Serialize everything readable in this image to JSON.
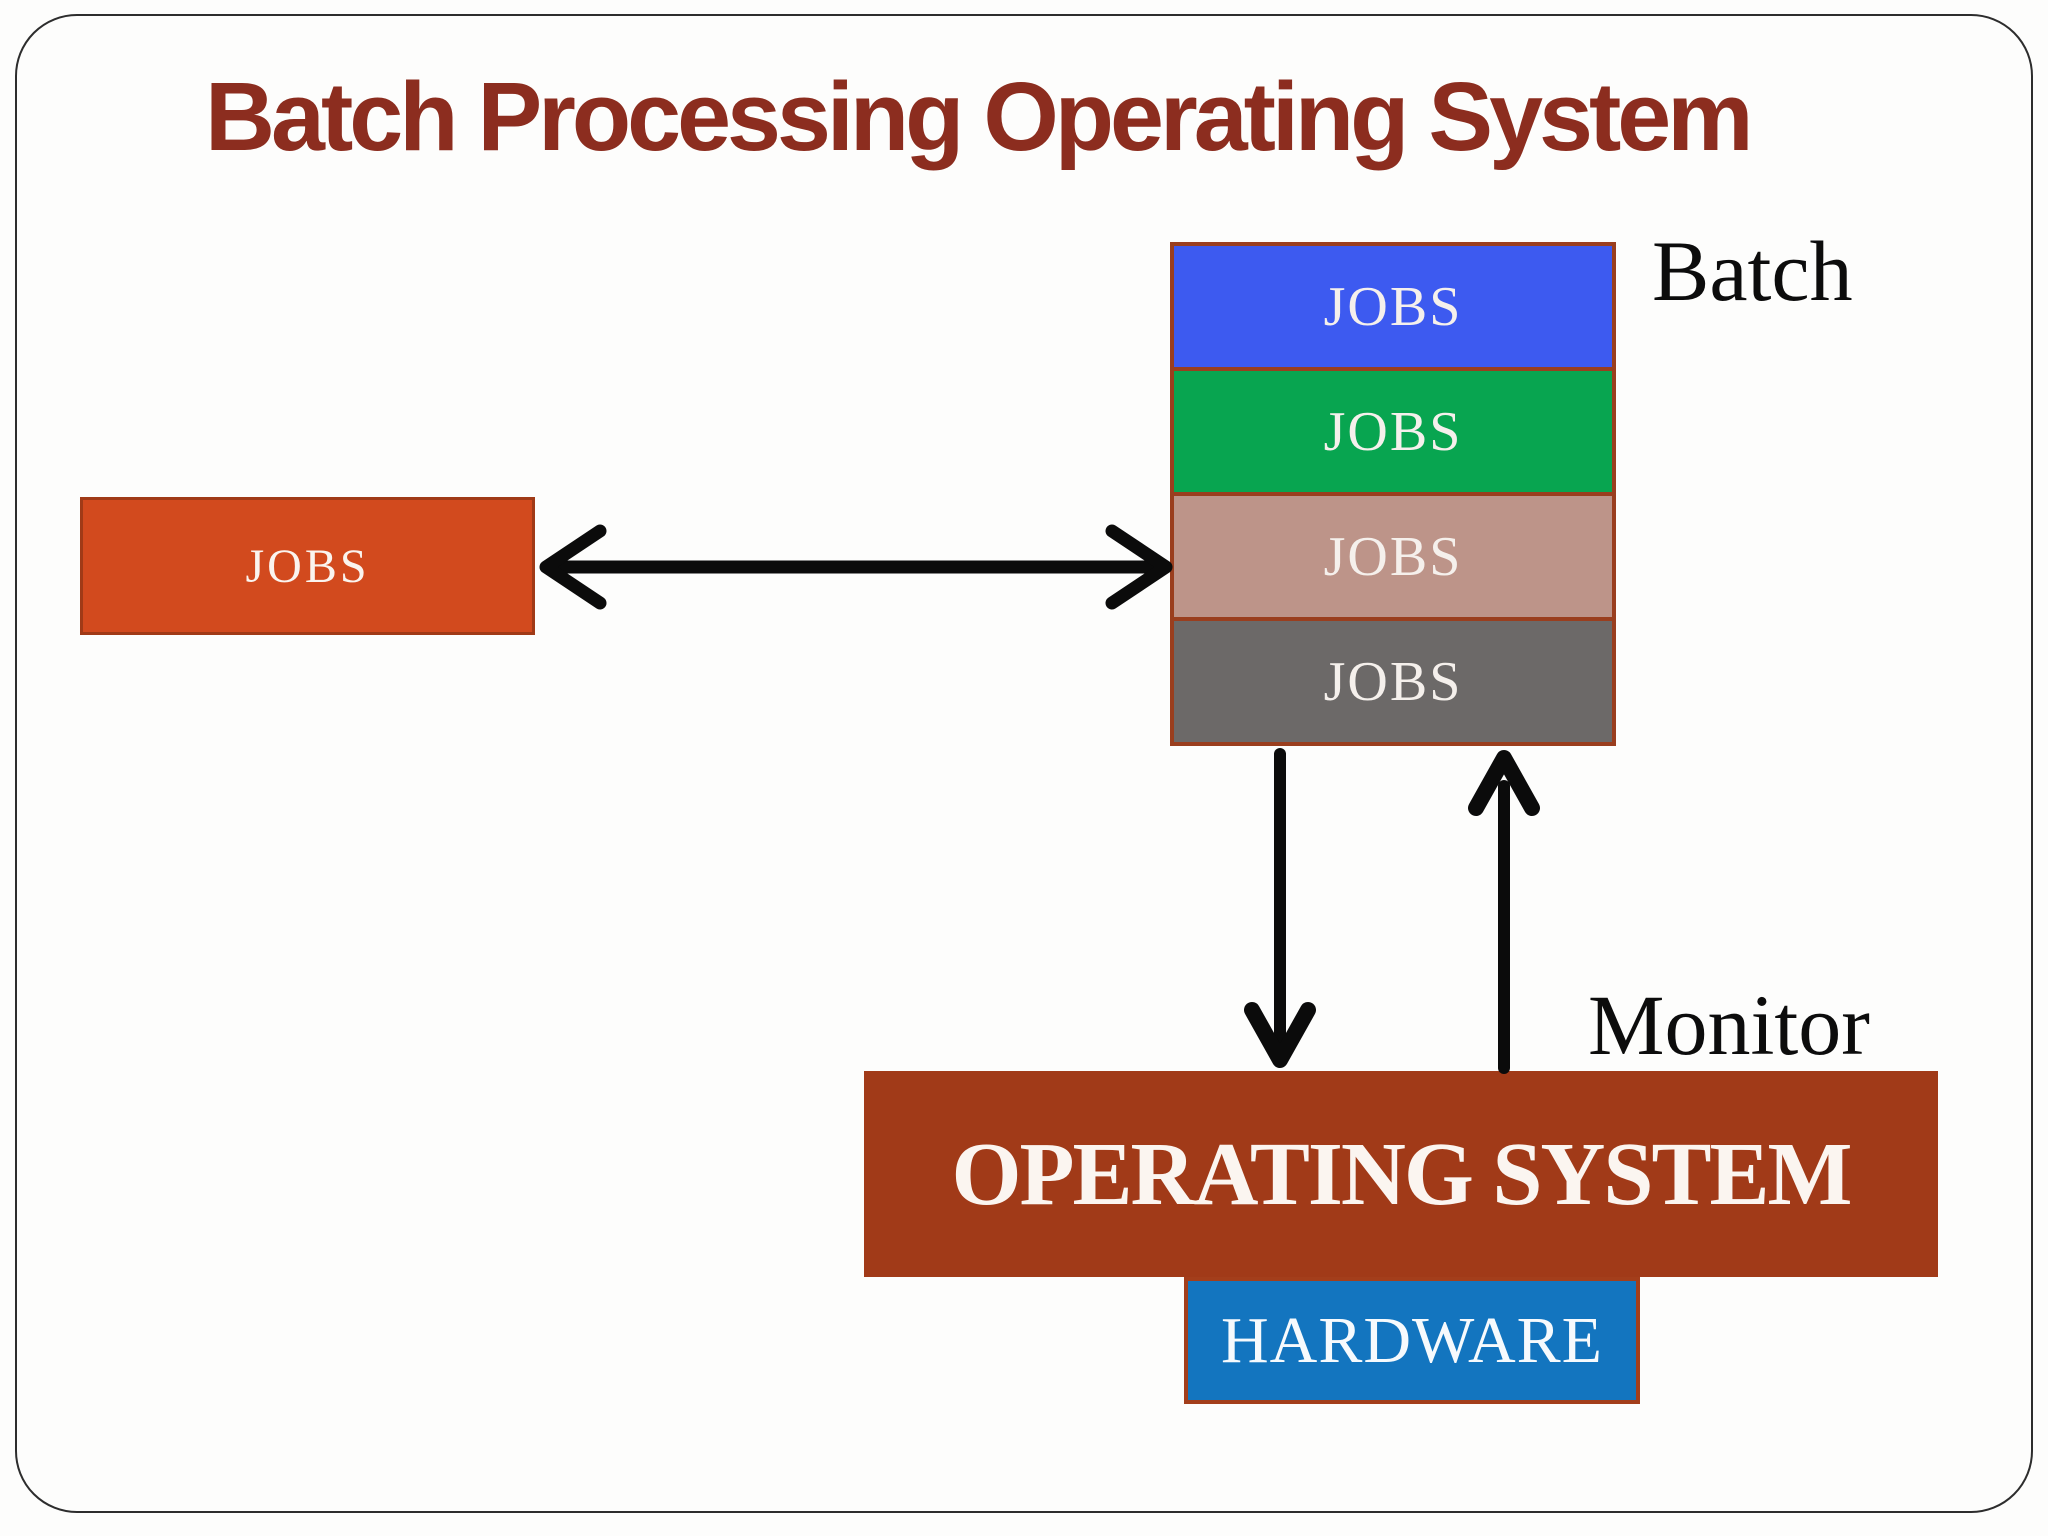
{
  "title": {
    "text": "Batch Processing Operating System",
    "color": "#8c2d1f"
  },
  "left_jobs_box": {
    "label": "JOBS",
    "fill": "#d24a1e",
    "border": "#a03a17"
  },
  "batch_stack": {
    "caption": "Batch",
    "border": "#9a3e1e",
    "items": [
      {
        "label": "JOBS",
        "fill": "#3d5af0"
      },
      {
        "label": "JOBS",
        "fill": "#08a550"
      },
      {
        "label": "JOBS",
        "fill": "#bd9489"
      },
      {
        "label": "JOBS",
        "fill": "#6c6968"
      }
    ]
  },
  "monitor_caption": "Monitor",
  "os_box": {
    "label": "OPERATING SYSTEM",
    "fill": "#a13a18"
  },
  "hardware_box": {
    "label": "HARDWARE",
    "fill": "#1375bf",
    "border": "#a33e1b"
  },
  "arrows": {
    "color": "#0b0b0b"
  }
}
